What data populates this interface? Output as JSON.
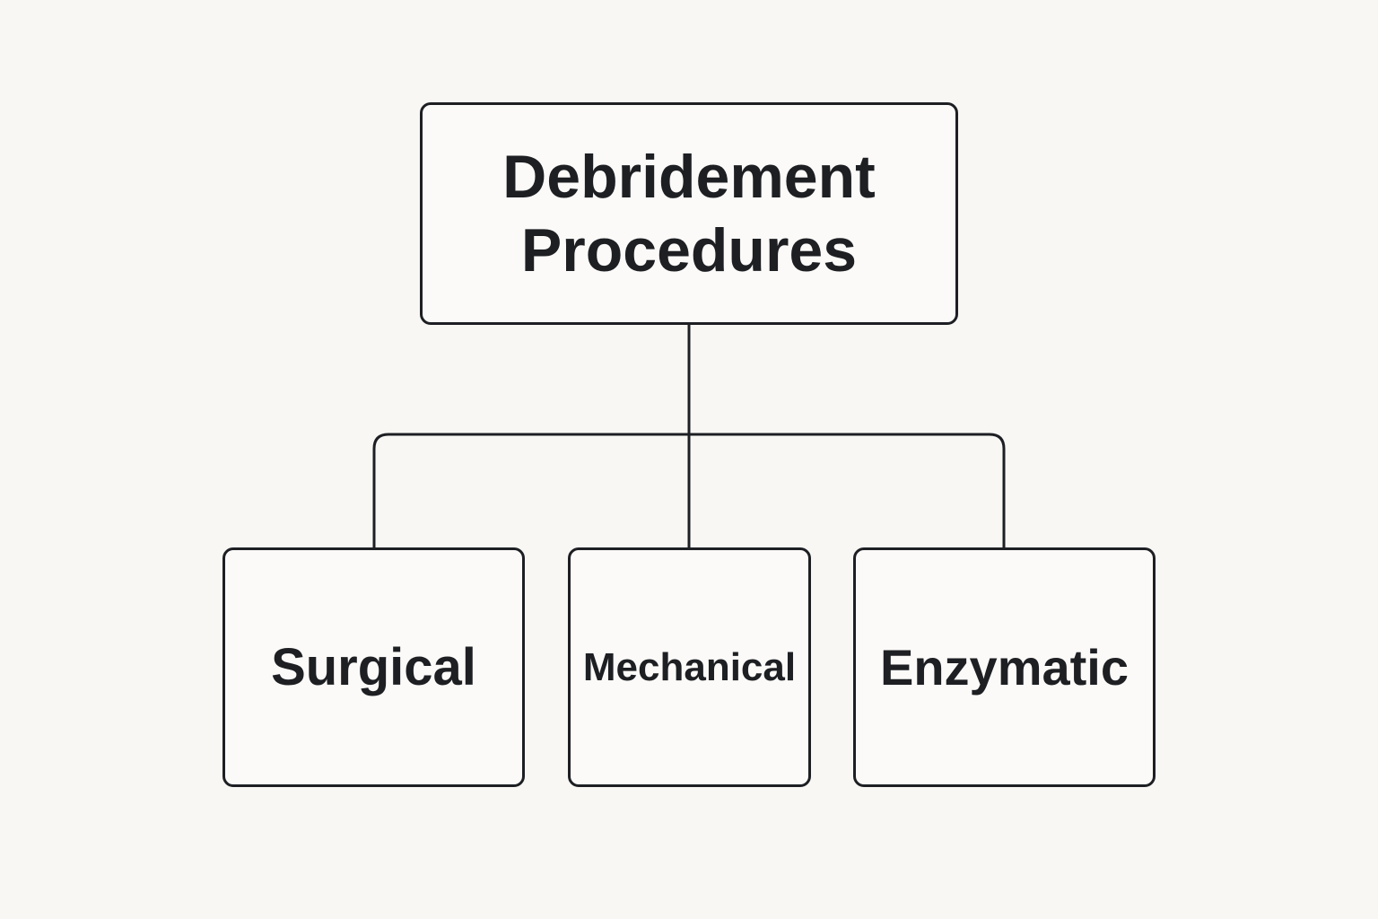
{
  "diagram": {
    "root": {
      "line1": "Debridement",
      "line2": "Procedures"
    },
    "children": [
      {
        "label": "Surgical"
      },
      {
        "label": "Mechanical"
      },
      {
        "label": "Enzymatic"
      }
    ],
    "colors": {
      "background": "#f8f7f4",
      "stroke": "#1d1f23",
      "text": "#1d1f23"
    }
  }
}
